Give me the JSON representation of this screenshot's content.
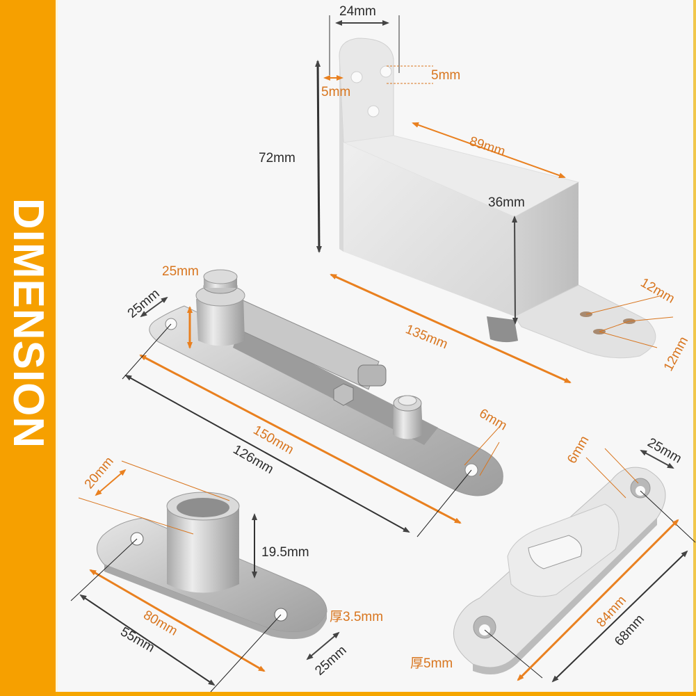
{
  "title": "DIMENSION",
  "colors": {
    "band": "#f6a000",
    "accent_orange": "#e9801f",
    "label_orange": "#d8751e",
    "dimension_dark": "#2b2b2b",
    "frame_gold": "#f1c74c",
    "background": "#f7f7f7",
    "metal_light": "#e4e4e4",
    "metal_mid": "#cfcfcf",
    "metal_dark": "#a9a9a9"
  },
  "parts": {
    "top_bracket": {
      "name": "L-shaped top pivot bracket",
      "labels": {
        "plate_width": "24mm",
        "hole_diameter": "5mm",
        "edge_offset": "5mm",
        "overall_height": "72mm",
        "arm_length": "89mm",
        "arm_height": "36mm",
        "total_length": "135mm",
        "hole_spacing_a": "12mm",
        "hole_spacing_b": "12mm"
      }
    },
    "arm_plate": {
      "name": "Pivot arm mounting plate",
      "labels": {
        "pivot_height": "25mm",
        "plate_width": "25mm",
        "overall_length": "150mm",
        "hole_spacing": "126mm",
        "hole_diameter": "6mm"
      }
    },
    "bottom_socket": {
      "name": "Floor socket plate",
      "labels": {
        "bore_diameter": "20mm",
        "socket_height": "19.5mm",
        "overall_length": "80mm",
        "hole_spacing": "55mm",
        "thickness": "厚3.5mm",
        "plate_width": "25mm"
      }
    },
    "strike_plate": {
      "name": "Slotted strike plate",
      "labels": {
        "hole_diameter": "6mm",
        "plate_width": "25mm",
        "overall_length": "84mm",
        "hole_spacing": "68mm",
        "thickness": "厚5mm"
      }
    }
  }
}
